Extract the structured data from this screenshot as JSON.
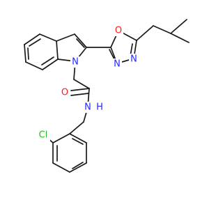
{
  "molecule": {
    "colors": {
      "bond": "#1a1a1a",
      "N": "#2727ff",
      "O": "#ff1a1a",
      "Cl": "#1fbf1f"
    },
    "atoms": {
      "o_ring": "O",
      "n_ring_left": "N",
      "n_ring_right": "N",
      "n_indole": "N",
      "o_carbonyl": "O",
      "n_amide": "N",
      "h_amide": "H",
      "cl": "Cl"
    }
  }
}
